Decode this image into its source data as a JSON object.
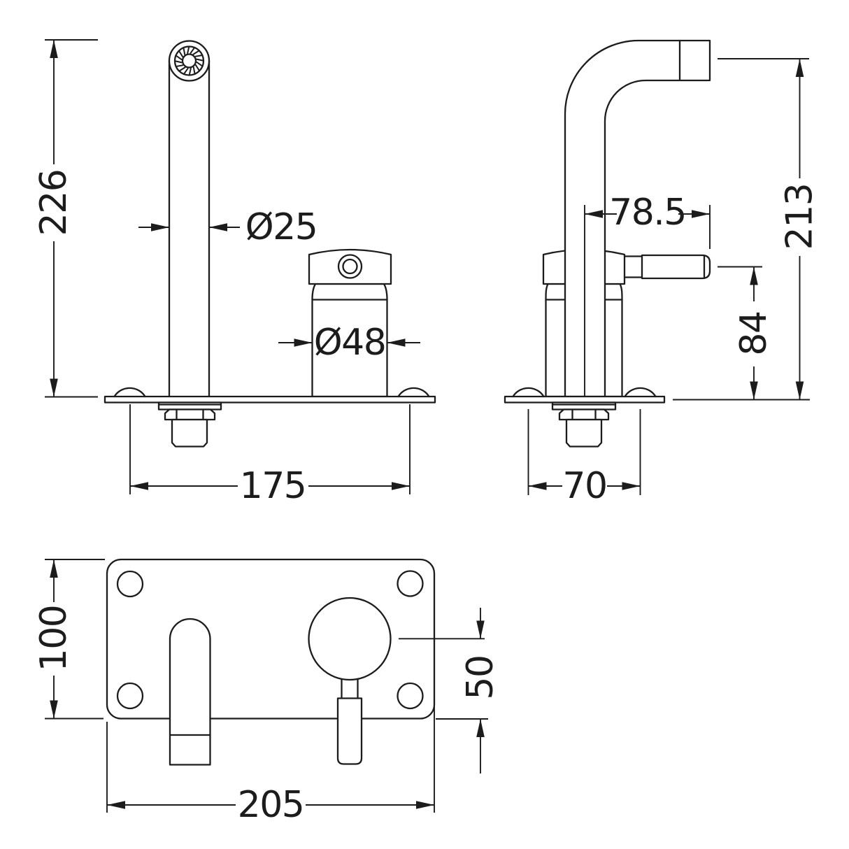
{
  "drawing": {
    "description": "tap-technical-drawing-three-views",
    "front_view": {
      "height": "226",
      "spout_diameter": "Ø25",
      "valve_diameter": "Ø48",
      "fixing_centres": "175"
    },
    "side_view": {
      "lever_reach": "78.5",
      "outlet_height": "213",
      "lever_height": "84",
      "fixing_centres": "70"
    },
    "plan_view": {
      "plate_depth": "100",
      "plate_width": "205",
      "lever_centre_offset": "50"
    },
    "colors": {
      "line": "#1c1c1c",
      "background": "#ffffff"
    }
  }
}
